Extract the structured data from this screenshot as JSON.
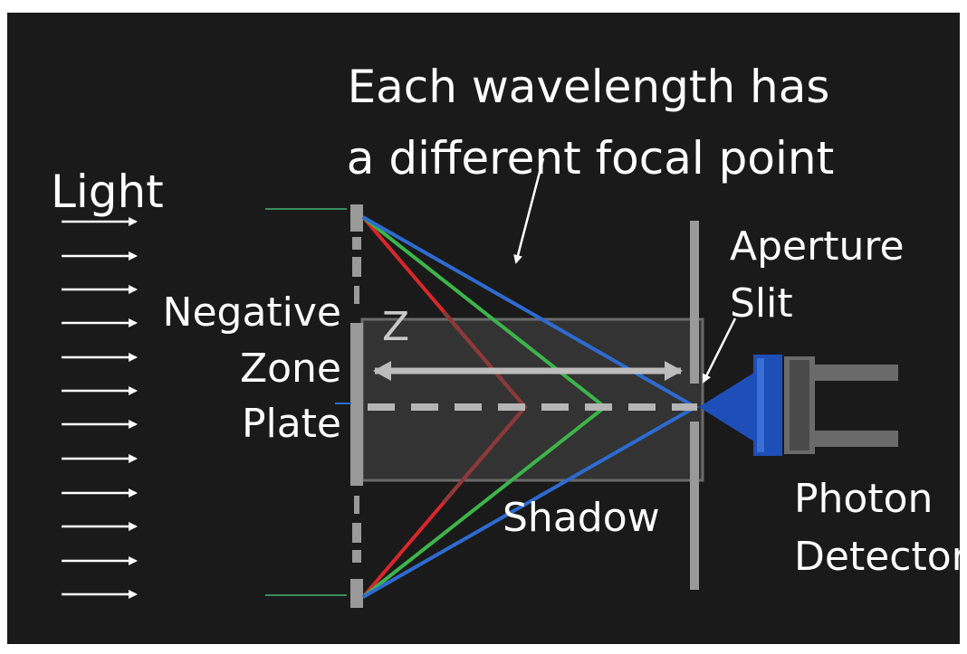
{
  "diagram": {
    "title_line1": "Each wavelength has",
    "title_line2": "a different focal point",
    "light_label": "Light",
    "zone_plate_line1": "Negative",
    "zone_plate_line2": "Zone",
    "zone_plate_line3": "Plate",
    "z_label": "Z",
    "aperture_line1": "Aperture",
    "aperture_line2": "Slit",
    "shadow_label": "Shadow",
    "detector_line1": "Photon",
    "detector_line2": "Detector"
  },
  "colors": {
    "background": "#1a1a1a",
    "red_ray": "#d9262b",
    "green_ray": "#3db44a",
    "blue_ray": "#2d6bd1",
    "detector_blue": "#1e4fb8",
    "zone_plate_gray": "#9a9a9a",
    "accent_green": "#3a8a5a"
  }
}
